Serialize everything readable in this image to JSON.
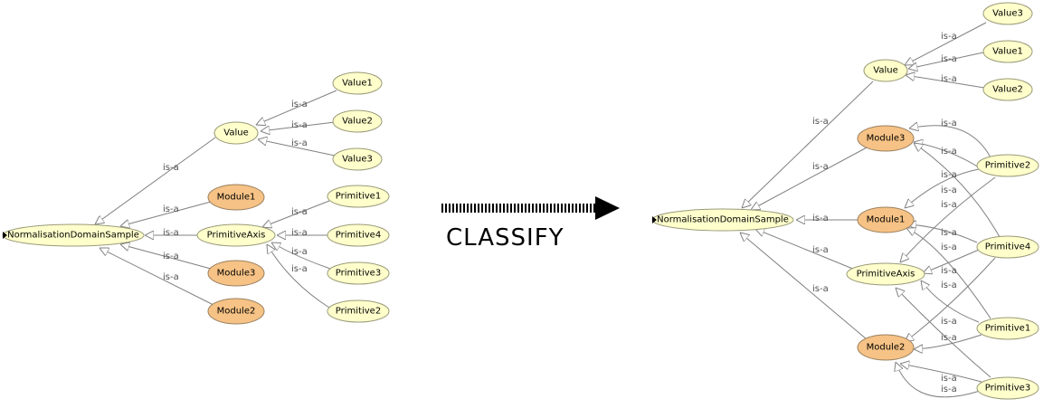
{
  "edge_label": "is-a",
  "action_label": "CLASSIFY",
  "node_colors": {
    "plain": "#ffffcc",
    "module": "#f6c285"
  },
  "left": {
    "nodes": {
      "root": "NormalisationDomainSample",
      "value": "Value",
      "value1": "Value1",
      "value2": "Value2",
      "value3": "Value3",
      "module1": "Module1",
      "module2": "Module2",
      "module3": "Module3",
      "paxis": "PrimitiveAxis",
      "prim1": "Primitive1",
      "prim2": "Primitive2",
      "prim3": "Primitive3",
      "prim4": "Primitive4"
    }
  },
  "right": {
    "nodes": {
      "root": "NormalisationDomainSample",
      "value": "Value",
      "value1": "Value1",
      "value2": "Value2",
      "value3": "Value3",
      "module1": "Module1",
      "module2": "Module2",
      "module3": "Module3",
      "paxis": "PrimitiveAxis",
      "prim1": "Primitive1",
      "prim2": "Primitive2",
      "prim3": "Primitive3",
      "prim4": "Primitive4"
    }
  }
}
